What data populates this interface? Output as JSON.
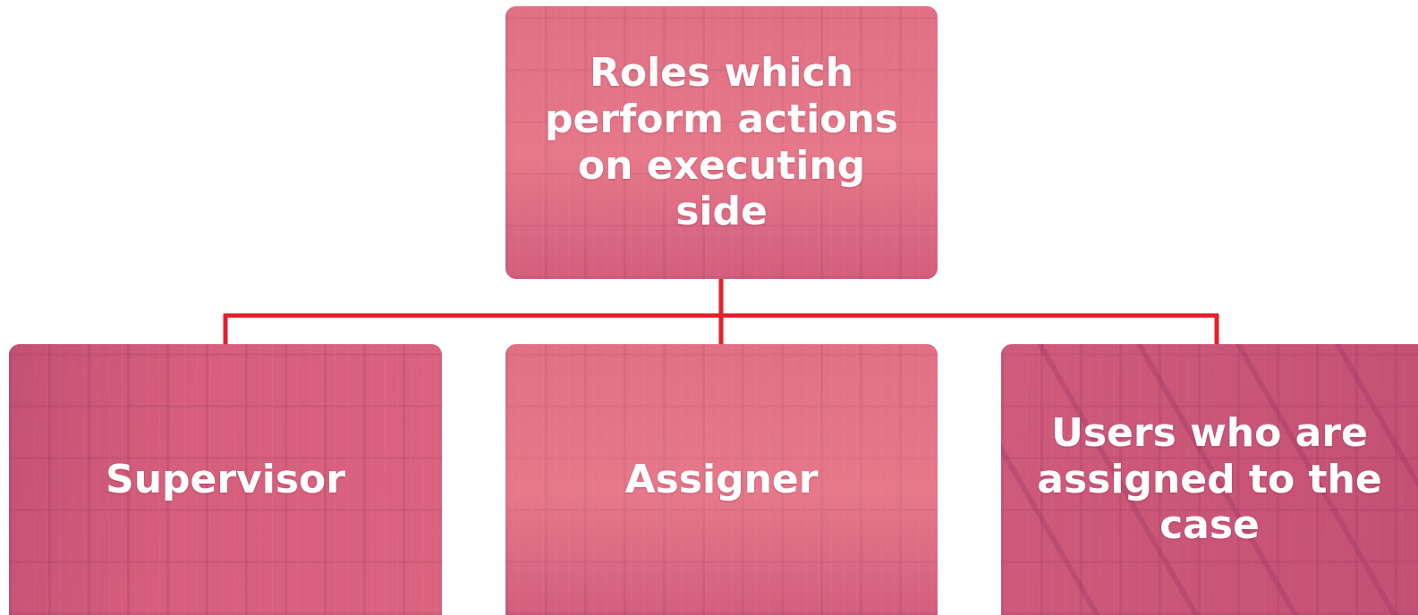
{
  "diagram": {
    "root": {
      "label": "Roles which perform actions on executing side"
    },
    "children": [
      {
        "label": "Supervisor"
      },
      {
        "label": "Assigner"
      },
      {
        "label": "Users who are assigned to the case"
      }
    ]
  },
  "colors": {
    "connector": "#e4202e",
    "box_fill": "#d9607a",
    "text": "#ffffff"
  }
}
